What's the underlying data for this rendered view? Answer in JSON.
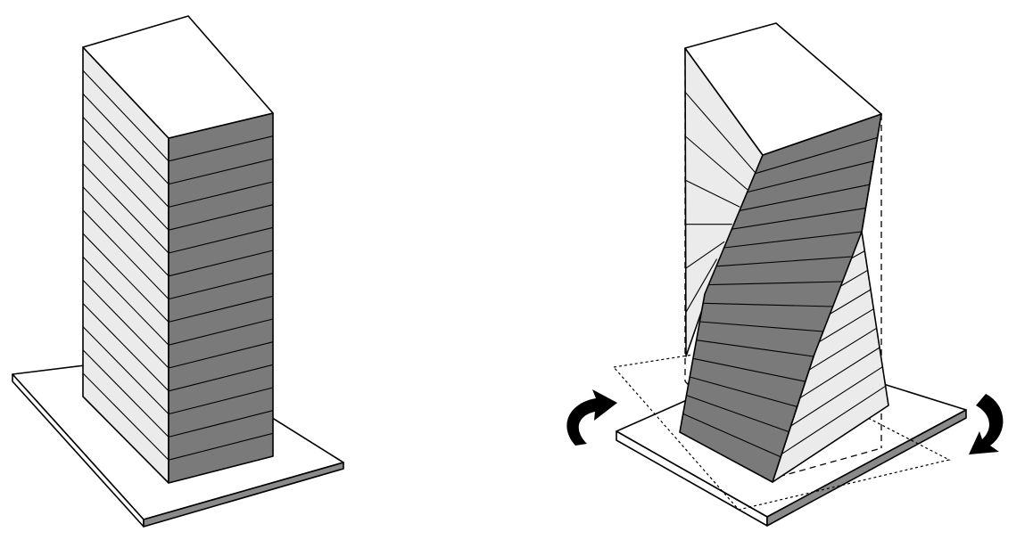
{
  "diagram": {
    "colors": {
      "background": "#ffffff",
      "face_light": "#ebebeb",
      "face_dark": "#7a7a7a",
      "top": "#ffffff",
      "base": "#ffffff",
      "base_edge": "#8a8a8a",
      "arrow": "#000000"
    },
    "left_tower": {
      "floors": 15,
      "twist_degrees": 0
    },
    "right_tower": {
      "floors": 15,
      "twist_degrees": 90
    },
    "rotation_arrows": [
      "rotate-cw-icon",
      "rotate-cw-icon"
    ]
  }
}
